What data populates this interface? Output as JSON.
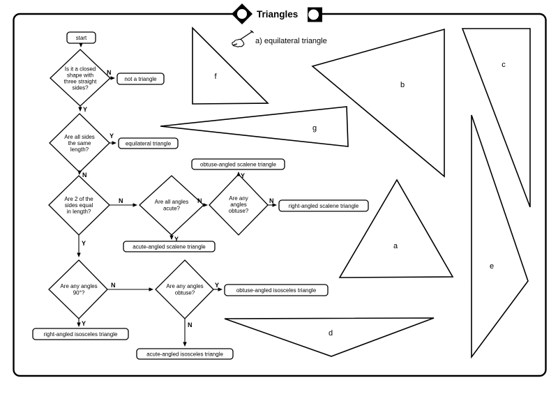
{
  "title": {
    "text": "Triangles"
  },
  "annotation": {
    "text": "a) equilateral triangle"
  },
  "flow": {
    "yes": "Y",
    "no": "N",
    "start": "start",
    "d1": [
      "Is it a closed",
      "shape with",
      "three straight",
      "sides?"
    ],
    "d2": [
      "Are all sides",
      "the same",
      "length?"
    ],
    "d3": [
      "Are 2 of the",
      "sides equal",
      "in length?"
    ],
    "d4": [
      "Are all angles",
      "acute?"
    ],
    "d5": [
      "Are any",
      "angles",
      "obtuse?"
    ],
    "d6": [
      "Are any angles",
      "90°?"
    ],
    "d7": [
      "Are any angles",
      "obtuse?"
    ],
    "results": {
      "not_triangle": "not a triangle",
      "equilateral": "equilateral triangle",
      "obtuse_scalene": "obtuse-angled scalene triangle",
      "acute_scalene": "acute-angled scalene triangle",
      "right_scalene": "right-angled scalene triangle",
      "right_isosceles": "right-angled isosceles triangle",
      "obtuse_isosceles": "obtuse-angled isosceles triangle",
      "acute_isosceles": "acute-angled isosceles triangle"
    }
  },
  "triangles": {
    "a": "a",
    "b": "b",
    "c": "c",
    "d": "d",
    "e": "e",
    "f": "f",
    "g": "g"
  },
  "colors": {
    "ink": "#000000",
    "paper": "#ffffff"
  }
}
